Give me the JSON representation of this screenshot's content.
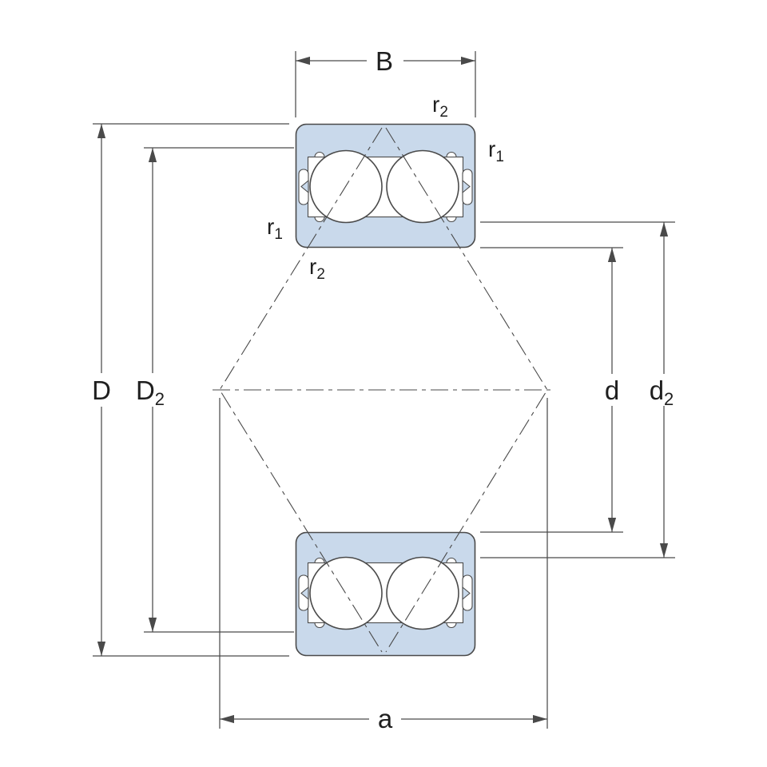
{
  "diagram": {
    "type": "technical-drawing",
    "subject": "Double-row angular contact ball bearing cross-section with dimension annotations",
    "colors": {
      "section_fill": "#c9d9eb",
      "line": "#4a4a4a",
      "text": "#1f1f1f",
      "background": "#ffffff"
    },
    "labels": {
      "B": {
        "base": "B",
        "sub": ""
      },
      "D": {
        "base": "D",
        "sub": ""
      },
      "D2": {
        "base": "D",
        "sub": "2"
      },
      "d": {
        "base": "d",
        "sub": ""
      },
      "d2": {
        "base": "d",
        "sub": "2"
      },
      "a": {
        "base": "a",
        "sub": ""
      },
      "r2_top": {
        "base": "r",
        "sub": "2"
      },
      "r1_right": {
        "base": "r",
        "sub": "1"
      },
      "r1_left": {
        "base": "r",
        "sub": "1"
      },
      "r2_left": {
        "base": "r",
        "sub": "2"
      }
    }
  }
}
